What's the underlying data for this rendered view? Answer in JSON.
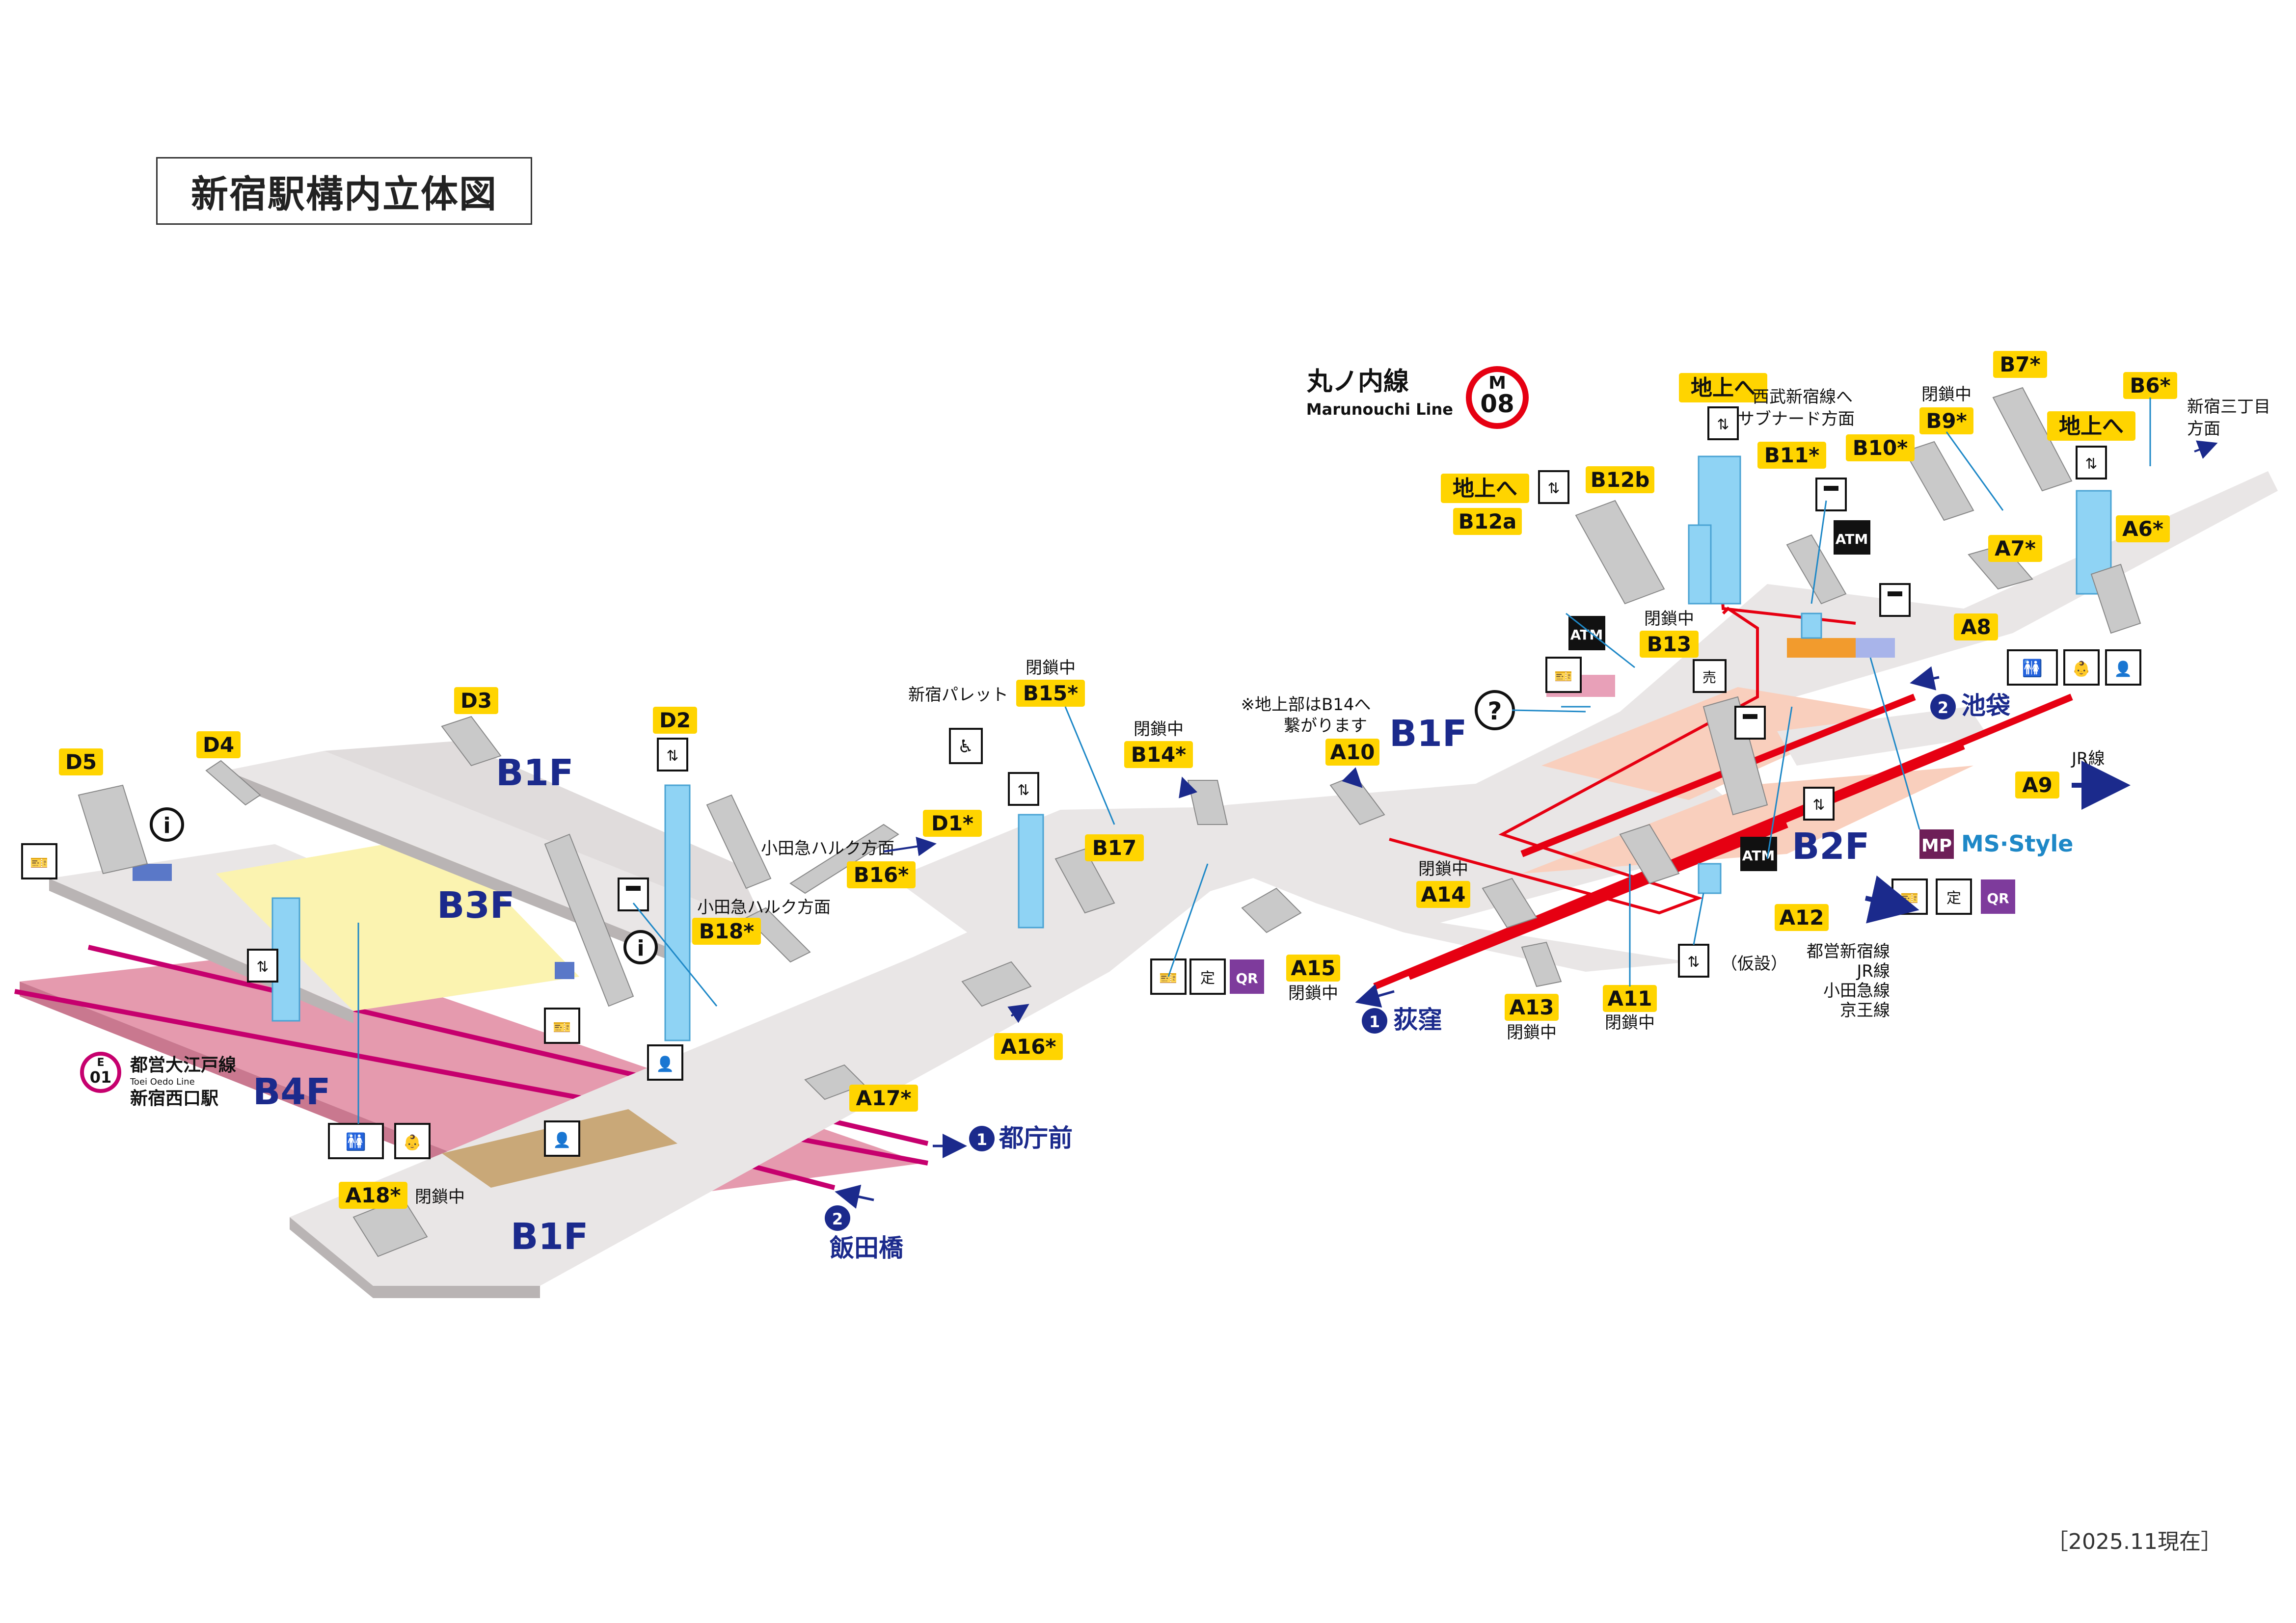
{
  "title": "新宿駅構内立体図",
  "as_of": "［2025.11現在］",
  "line": {
    "name_jp": "丸ノ内線",
    "name_en": "Marunouchi Line",
    "code_letter": "M",
    "code_number": "08",
    "color": "#e60012"
  },
  "oedo": {
    "code_letter": "E",
    "code_number": "01",
    "line_jp": "都営大江戸線",
    "line_en": "Toei Oedo Line",
    "station": "新宿西口駅",
    "color": "#c6006e"
  },
  "floors": {
    "b1f_right": "B1F",
    "b1f_left": "B1F",
    "b1f_bottom": "B1F",
    "b2f": "B2F",
    "b3f": "B3F",
    "b4f": "B4F"
  },
  "exits": {
    "D5": "D5",
    "D4": "D4",
    "D3": "D3",
    "D2": "D2",
    "D1": "D1*",
    "B18": "B18*",
    "B17": "B17",
    "B16": "B16*",
    "B15": "B15*",
    "B14": "B14*",
    "B13": "B13",
    "B12a": "B12a",
    "B12b": "B12b",
    "B11": "B11*",
    "B10": "B10*",
    "B9": "B9*",
    "B7": "B7*",
    "B6": "B6*",
    "A18": "A18*",
    "A17": "A17*",
    "A16": "A16*",
    "A15": "A15",
    "A14": "A14",
    "A13": "A13",
    "A12": "A12",
    "A11": "A11",
    "A10": "A10",
    "A9": "A9",
    "A8": "A8",
    "A7": "A7*",
    "A6": "A6*",
    "chijo_1": "地上へ",
    "chijo_2": "地上へ",
    "chijo_3": "地上へ"
  },
  "notes": {
    "closed": "閉鎖中",
    "palette": "新宿パレット",
    "halc_1": "小田急ハルク方面",
    "halc_2": "小田急ハルク方面",
    "b14_note_1": "※地上部はB14へ",
    "b14_note_2": "繋がります",
    "seibu_1": "西武新宿線へ",
    "seibu_2": "サブナード方面",
    "sanchome_1": "新宿三丁目",
    "sanchome_2": "方面",
    "jr": "JR線",
    "transfer_1": "都営新宿線",
    "transfer_2": "JR線",
    "transfer_3": "小田急線",
    "transfer_4": "京王線",
    "temporary": "（仮設）",
    "ms_style": "MS·Style",
    "atm": "ATM",
    "mp": "MP",
    "sale": "売",
    "teiki": "定",
    "qr": "QR"
  },
  "directions": {
    "ikebukuro_num": "2",
    "ikebukuro": "池袋",
    "ogikubo_num": "1",
    "ogikubo": "荻窪",
    "tochomae_num": "1",
    "tochomae": "都庁前",
    "iidabashi_num": "2",
    "iidabashi": "飯田橋"
  },
  "colors": {
    "concourse": "#e9e6e6",
    "concourse_edge": "#b9b4b4",
    "b3f_floor": "#fbf3b0",
    "b4f_floor": "#e59aae",
    "b2f_floor": "#f9cfbd",
    "exit_label": "#ffd400",
    "elevator": "#8fd3f4",
    "oedo_track": "#c6006e",
    "marunouchi_track": "#e60012",
    "direction_blue": "#1b2a8c",
    "ms_style": "#1e88c7",
    "mp": "#6e1f58"
  }
}
